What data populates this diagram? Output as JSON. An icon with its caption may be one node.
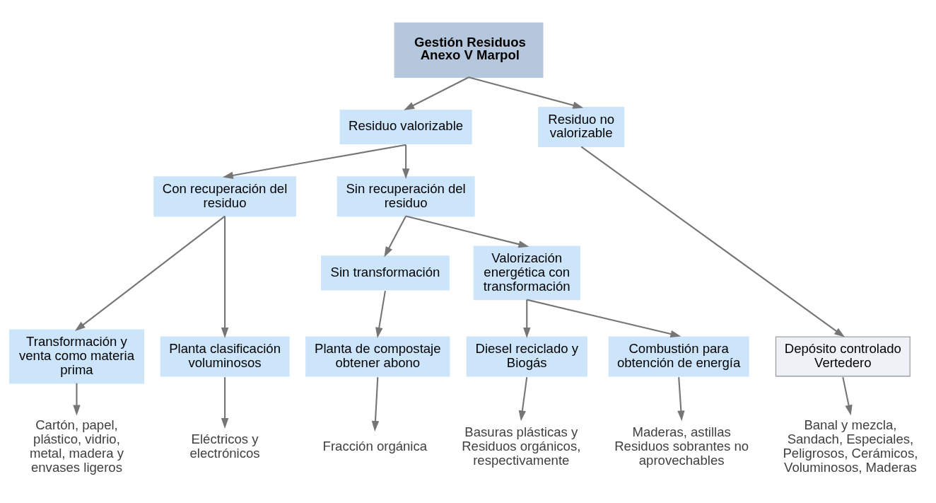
{
  "diagram": {
    "nodes": [
      {
        "text": [
          "Gestión Residuos Anexo V Marpol"
        ]
      },
      {
        "text": [
          "Residuo valorizable"
        ]
      },
      {
        "text": [
          "Residuo no valorizable"
        ]
      },
      {
        "text": [
          "Con recuperación del residuo"
        ]
      },
      {
        "text": [
          "Sin recuperación del residuo"
        ]
      },
      {
        "text": [
          "Sin transformación"
        ]
      },
      {
        "text": [
          "Valorización energética con transformación"
        ]
      },
      {
        "text": [
          "Transformación y venta como materia prima"
        ]
      },
      {
        "text": [
          "Planta clasificación voluminosos"
        ]
      },
      {
        "text": [
          "Planta de compostaje obtener abono"
        ]
      },
      {
        "text": [
          "Diesel reciclado y Biogás"
        ]
      },
      {
        "text": [
          "Combustión para obtención de energía"
        ]
      },
      {
        "text": [
          "Depósito controlado Vertedero"
        ]
      },
      {
        "text": [
          "Cartón, papel, plástico, vidrio, metal, madera y envases ligeros"
        ]
      },
      {
        "text": [
          "Eléctricos y electrónicos"
        ]
      },
      {
        "text": [
          "Fracción orgánica"
        ]
      },
      {
        "text": [
          "Basuras plásticas y Residuos orgánicos, respectivamente"
        ]
      },
      {
        "text": [
          "Maderas, astillas Residuos sobrantes no aprovechables"
        ]
      },
      {
        "text": [
          "Banal y mezcla, Sandach, Especiales, Peligrosos, Cerámicos, Voluminosos, Maderas"
        ]
      }
    ],
    "edges": [
      {
        "from": 0,
        "to": 1,
        "arrow": "to"
      },
      {
        "from": 0,
        "to": 2,
        "arrow": "to"
      },
      {
        "from": 1,
        "to": 3,
        "arrow": "to"
      },
      {
        "from": 1,
        "to": 4,
        "arrow": "to"
      },
      {
        "from": 3,
        "to": 7,
        "arrow": "to"
      },
      {
        "from": 3,
        "to": 8,
        "arrow": "to"
      },
      {
        "from": 4,
        "to": 5,
        "arrow": "to"
      },
      {
        "from": 4,
        "to": 6,
        "arrow": "to"
      },
      {
        "from": 5,
        "to": 9,
        "arrow": "to"
      },
      {
        "from": 6,
        "to": 10,
        "arrow": "to"
      },
      {
        "from": 6,
        "to": 11,
        "arrow": "to"
      },
      {
        "from": 2,
        "to": 12,
        "arrow": "to"
      },
      {
        "from": 7,
        "to": 13,
        "arrow": "to"
      },
      {
        "from": 8,
        "to": 14,
        "arrow": "to"
      },
      {
        "from": 9,
        "to": 15,
        "arrow": "to"
      },
      {
        "from": 10,
        "to": 16,
        "arrow": "to"
      },
      {
        "from": 11,
        "to": 17,
        "arrow": "to"
      },
      {
        "from": 12,
        "to": 18,
        "arrow": "to"
      }
    ]
  }
}
